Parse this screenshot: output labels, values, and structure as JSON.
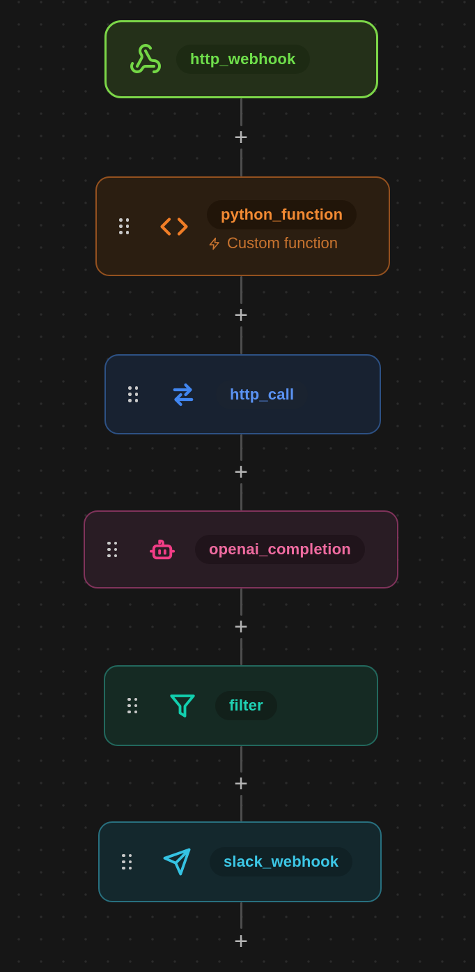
{
  "canvas": {
    "background": "#161616",
    "dot_color": "#2b2b2b",
    "connector_color": "#4d4d4d",
    "plus_color": "#b5b5b5",
    "plus_label": "+"
  },
  "nodes": [
    {
      "label": "http_webhook",
      "icon": "webhook-icon",
      "accent": "#6fdf4b",
      "icon_color": "#74d846",
      "border_color": "#7cd648",
      "bg_color": "#243019",
      "pill_bg": "#1d2a13",
      "selected": true,
      "has_drag_handle": false
    },
    {
      "label": "python_function",
      "subtitle": "Custom function",
      "subtitle_icon": "zap-icon",
      "icon": "code-icon",
      "accent": "#f28a33",
      "icon_color": "#f07d26",
      "subtitle_color": "#c9742f",
      "border_color": "#94511f",
      "bg_color": "#2b1e11",
      "pill_bg": "#211509",
      "selected": false,
      "has_drag_handle": true
    },
    {
      "label": "http_call",
      "icon": "arrows-transfer-icon",
      "accent": "#5a92f2",
      "icon_color": "#4186f0",
      "border_color": "#2d5184",
      "bg_color": "#182231",
      "pill_bg": "#1a2330",
      "selected": false,
      "has_drag_handle": true
    },
    {
      "label": "openai_completion",
      "icon": "robot-icon",
      "accent": "#ef6ba0",
      "icon_color": "#f23d86",
      "border_color": "#80335b",
      "bg_color": "#291c24",
      "pill_bg": "#20141b",
      "selected": false,
      "has_drag_handle": true
    },
    {
      "label": "filter",
      "icon": "funnel-icon",
      "accent": "#1fd3b5",
      "icon_color": "#12cfae",
      "border_color": "#22685d",
      "bg_color": "#152a23",
      "pill_bg": "#12201a",
      "selected": false,
      "has_drag_handle": true
    },
    {
      "label": "slack_webhook",
      "icon": "paper-plane-icon",
      "accent": "#3cc7e6",
      "icon_color": "#35c3e3",
      "border_color": "#28707f",
      "bg_color": "#14282d",
      "pill_bg": "#102125",
      "selected": false,
      "has_drag_handle": true
    }
  ]
}
